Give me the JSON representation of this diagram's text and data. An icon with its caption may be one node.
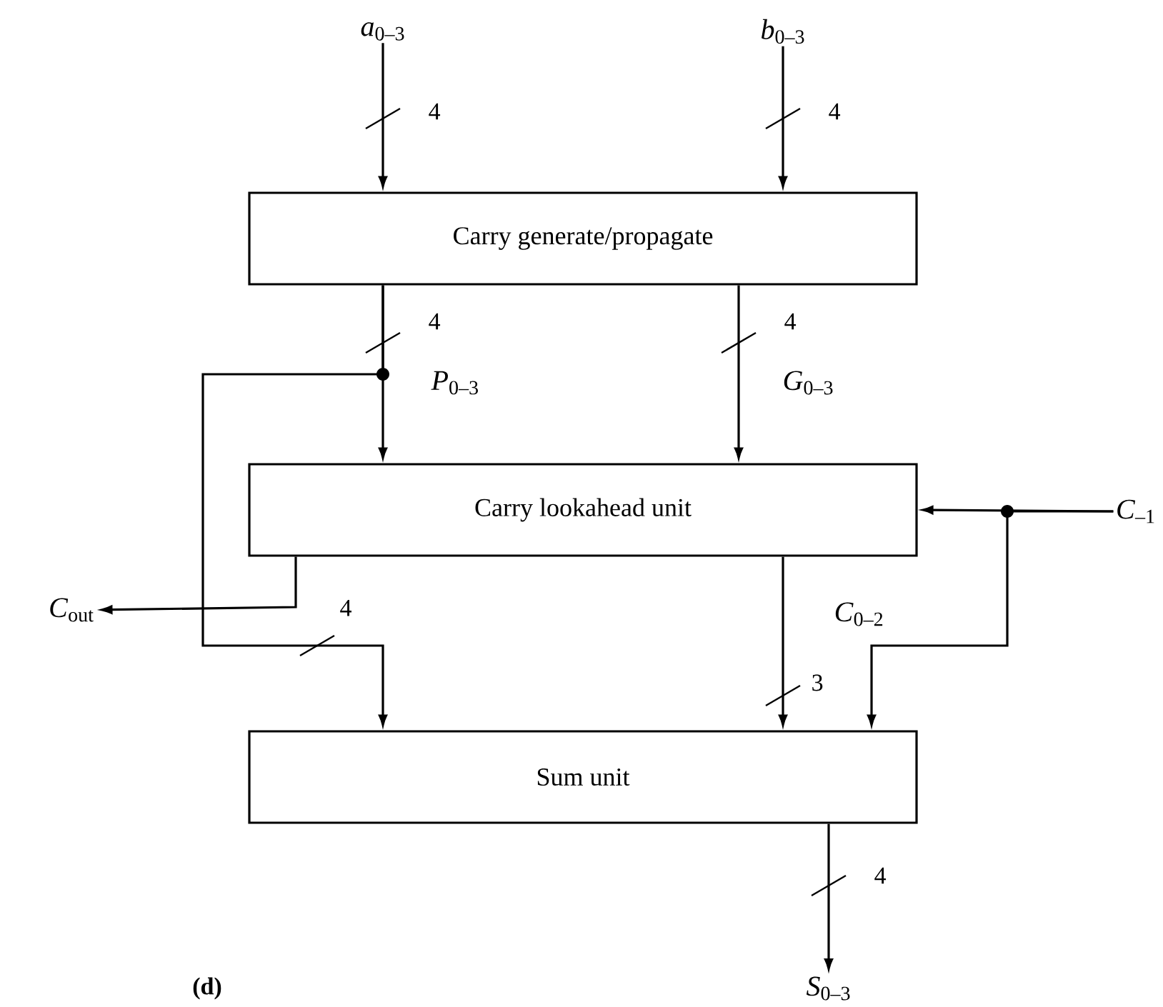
{
  "diagram": {
    "nodes": [
      {
        "text": [
          "*a*$_{0–3}$"
        ]
      },
      {
        "text": [
          "*b*$_{0–3}$"
        ]
      },
      {
        "text": [
          "Carry generate/propagate"
        ]
      },
      {
        "text": [
          "Carry lookahead unit"
        ]
      },
      {
        "text": [
          "Sum unit"
        ]
      },
      {
        "text": [
          "*C*$_{out}$"
        ]
      },
      {
        "text": [
          "*C*$_{–1}$"
        ]
      },
      {
        "text": [
          "*S*$_{0–3}$"
        ]
      }
    ],
    "edges": [
      {
        "from": 0,
        "to": 2,
        "arrow": "to"
      },
      {
        "from": 1,
        "to": 2,
        "arrow": "to"
      },
      {
        "from": 2,
        "to": 3,
        "arrow": "to",
        "label": "*P*$_{0–3}$"
      },
      {
        "from": 2,
        "to": 4,
        "arrow": "to"
      },
      {
        "from": 2,
        "to": 3,
        "arrow": "to",
        "label": "*G*$_{0–3}$"
      },
      {
        "from": 3,
        "to": 5,
        "arrow": "to"
      },
      {
        "from": 3,
        "to": 4,
        "arrow": "to",
        "label": "*C*$_{0–2}$"
      },
      {
        "from": 6,
        "to": 3,
        "arrow": "to"
      },
      {
        "from": 6,
        "to": 4,
        "arrow": "to"
      },
      {
        "from": 4,
        "to": 7,
        "arrow": "to"
      }
    ],
    "labels": [
      "4",
      "4",
      "4",
      "4",
      "4",
      "3",
      "4",
      "(d)"
    ]
  }
}
